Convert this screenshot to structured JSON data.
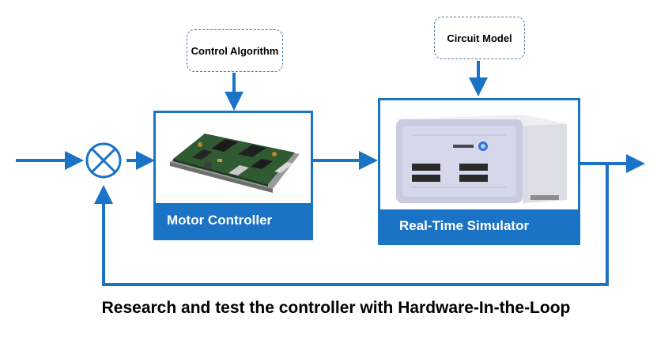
{
  "diagram": {
    "control_algorithm_label": "Control Algorithm",
    "circuit_model_label": "Circuit Model",
    "motor_controller_label": "Motor Controller",
    "real_time_simulator_label": "Real-Time Simulator",
    "caption": "Research and test the controller with Hardware-In-the-Loop"
  },
  "colors": {
    "flow_blue": "#1b73c6",
    "label_text": "#ffffff"
  },
  "icons": [
    "summing-junction-icon",
    "motor-controller-board-icon",
    "real-time-simulator-device-icon"
  ]
}
